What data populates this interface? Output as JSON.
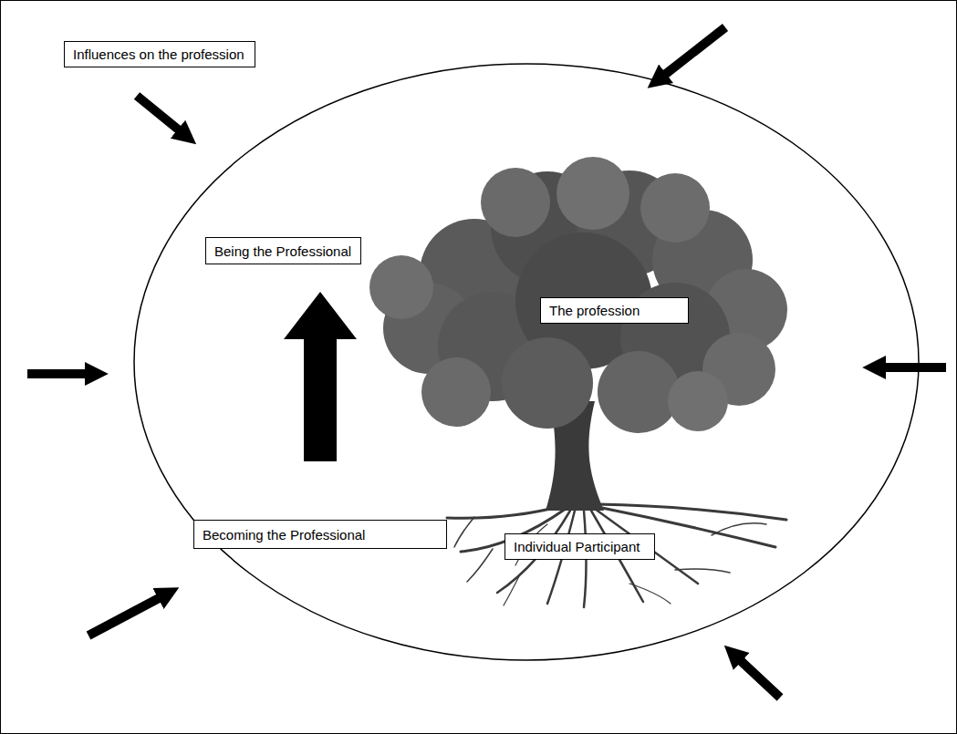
{
  "diagram": {
    "nodes": [
      {
        "text": [
          "Influences on the profession"
        ]
      },
      {
        "text": [
          "Being the Professional"
        ]
      },
      {
        "text": [
          "The profession"
        ]
      },
      {
        "text": [
          "Becoming the Professional"
        ]
      },
      {
        "text": [
          "Individual Participant"
        ]
      }
    ],
    "edges": [
      {
        "from": 3,
        "to": 1,
        "arrow": "to"
      }
    ]
  }
}
